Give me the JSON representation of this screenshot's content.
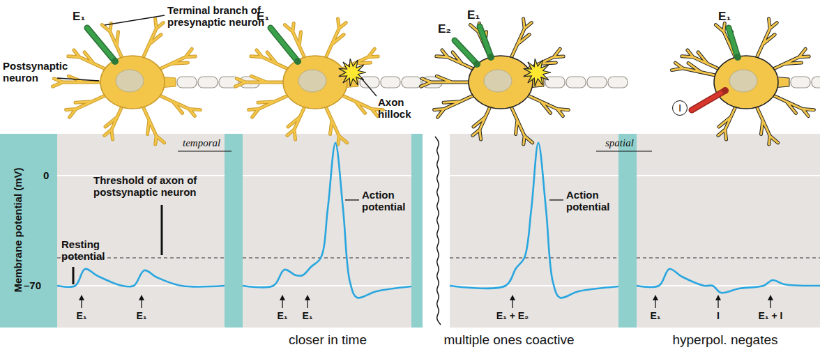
{
  "diagram": {
    "labels": [
      "E₁",
      "Terminal branch of presynaptic neuron",
      "Postsynaptic neuron",
      "E₁",
      "Axon hillock",
      "E₂",
      "E₁",
      "E₁",
      "I",
      "Membrane potential (mV)",
      "0",
      "–70",
      "temporal",
      "Threshold of axon of postsynaptic neuron",
      "Resting potential",
      "Action potential",
      "Action potential",
      "spatial",
      "E₁",
      "E₁",
      "E₁",
      "E₁",
      "E₁ + E₂",
      "E₁",
      "I",
      "E₁ + I",
      "closer in time",
      "multiple ones coactive",
      "hyperpol. negates"
    ]
  }
}
